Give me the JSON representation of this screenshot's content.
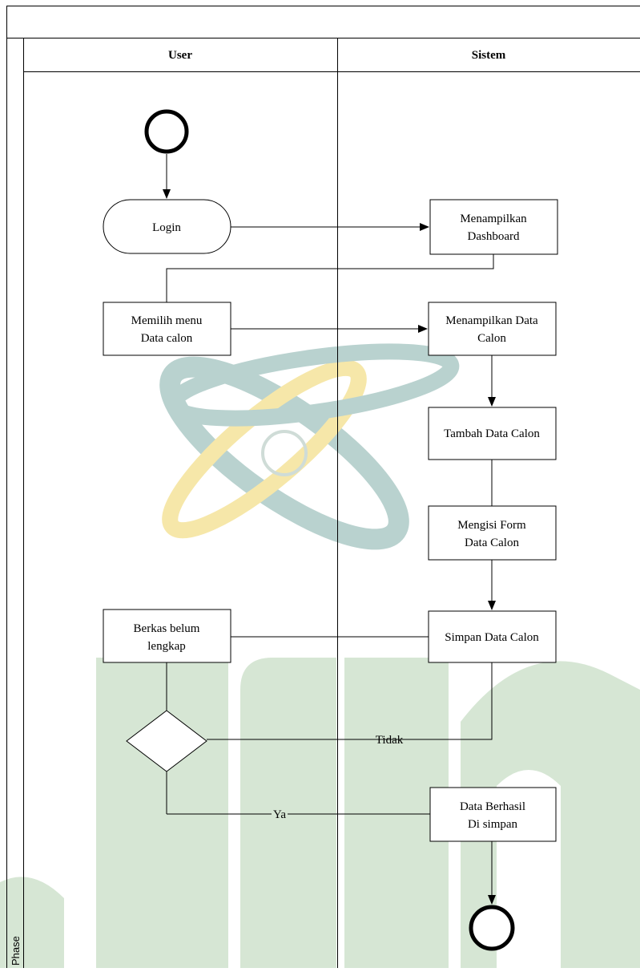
{
  "diagram": {
    "phase_label": "Phase",
    "lanes": {
      "user": "User",
      "sistem": "Sistem"
    },
    "nodes": {
      "login": "Login",
      "menampilkan_dashboard": [
        "Menampilkan",
        "Dashboard"
      ],
      "memilih_menu": [
        "Memilih menu",
        "Data calon"
      ],
      "menampilkan_data_calon": [
        "Menampilkan Data",
        "Calon"
      ],
      "tambah_data_calon": "Tambah Data Calon",
      "mengisi_form": [
        "Mengisi Form",
        "Data Calon"
      ],
      "simpan_data_calon": "Simpan Data Calon",
      "berkas_belum_lengkap": [
        "Berkas belum",
        "lengkap"
      ],
      "data_berhasil": [
        "Data Berhasil",
        "Di simpan"
      ]
    },
    "edge_labels": {
      "tidak": "Tidak",
      "ya": "Ya"
    }
  },
  "colors": {
    "line": "#000000",
    "watermark_green": "#d6e6d4",
    "watermark_teal": "#b9d2cf",
    "watermark_yellow": "#f6e7a9"
  }
}
